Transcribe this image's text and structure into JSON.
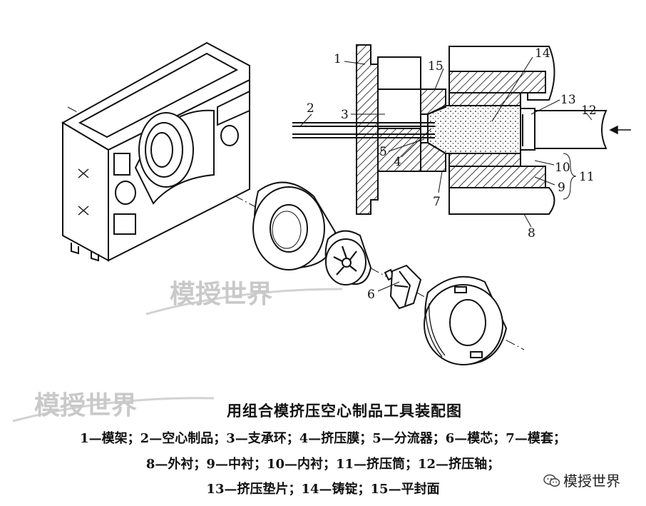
{
  "watermark": "模授世界",
  "caption": {
    "title": "用组合模挤压空心制品工具装配图",
    "legend_lines": [
      "1—模架；2—空心制品；3—支承环；4—挤压膜；5—分流器；6—模芯；7—模套；",
      "8—外衬；9—中衬；10—内衬；11—挤压筒；12—挤压轴；",
      "13—挤压垫片；14—铸锭；15—平封面"
    ]
  },
  "part_numbers": {
    "n1": "1",
    "n2": "2",
    "n3": "3",
    "n4": "4",
    "n5": "5",
    "n6": "6",
    "n7": "7",
    "n8": "8",
    "n9": "9",
    "n10": "10",
    "n11": "11",
    "n12": "12",
    "n13": "13",
    "n14": "14",
    "n15": "15"
  },
  "wechat_account": "模授世界",
  "icons": {
    "wechat": "wechat-icon"
  }
}
